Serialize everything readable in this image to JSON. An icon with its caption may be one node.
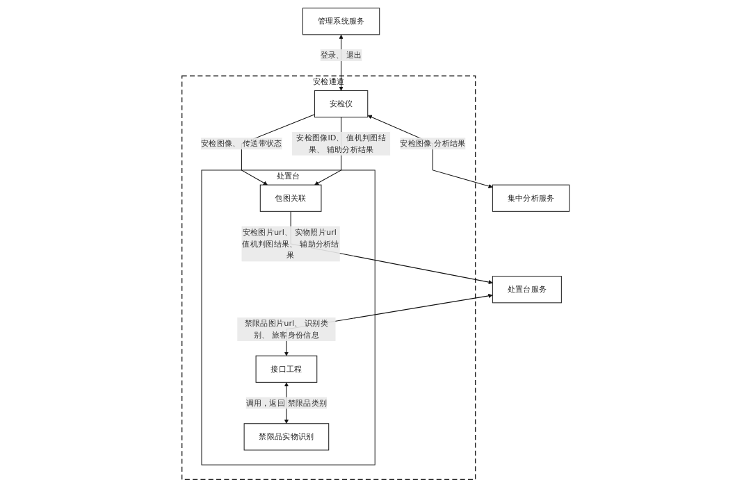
{
  "diagram": {
    "nodes": [
      {
        "text": [
          "管理系统服务"
        ]
      },
      {
        "text": [
          "处置台服务"
        ]
      },
      {
        "text": [
          "集中分析服务"
        ]
      },
      {
        "text": [
          "安检通道"
        ]
      },
      {
        "text": [
          "安检仪"
        ],
        "in": 3
      },
      {
        "text": [
          "处置台"
        ],
        "in": 3
      },
      {
        "text": [
          "包图关联"
        ],
        "in": 5
      },
      {
        "text": [
          "接口工程"
        ],
        "in": 5
      },
      {
        "text": [
          "禁限品实物识别"
        ],
        "in": 5
      }
    ],
    "edges": [
      {
        "from": 0,
        "to": 4,
        "arrow": "both",
        "label": "登录、 退出"
      },
      {
        "from": 4,
        "to": 2,
        "arrow": "both",
        "label": "安检图像 分析结果"
      },
      {
        "from": 4,
        "to": 6,
        "arrow": "to",
        "label": "安检图像、 传送带状态"
      },
      {
        "from": 4,
        "to": 6,
        "arrow": "to",
        "label": "安检图像ID、 值机判图结果、 辅助分析结果"
      },
      {
        "from": 6,
        "to": 1,
        "arrow": "to",
        "label": "安检图片url、 实物照片url 值机判图结果、 辅助分析结果"
      },
      {
        "from": 1,
        "to": 7,
        "arrow": "both",
        "label": "禁限品图片url、 识别类别、 旅客身份信息"
      },
      {
        "from": 7,
        "to": 8,
        "arrow": "both",
        "label": "调用，返回 禁限品类别"
      }
    ]
  }
}
